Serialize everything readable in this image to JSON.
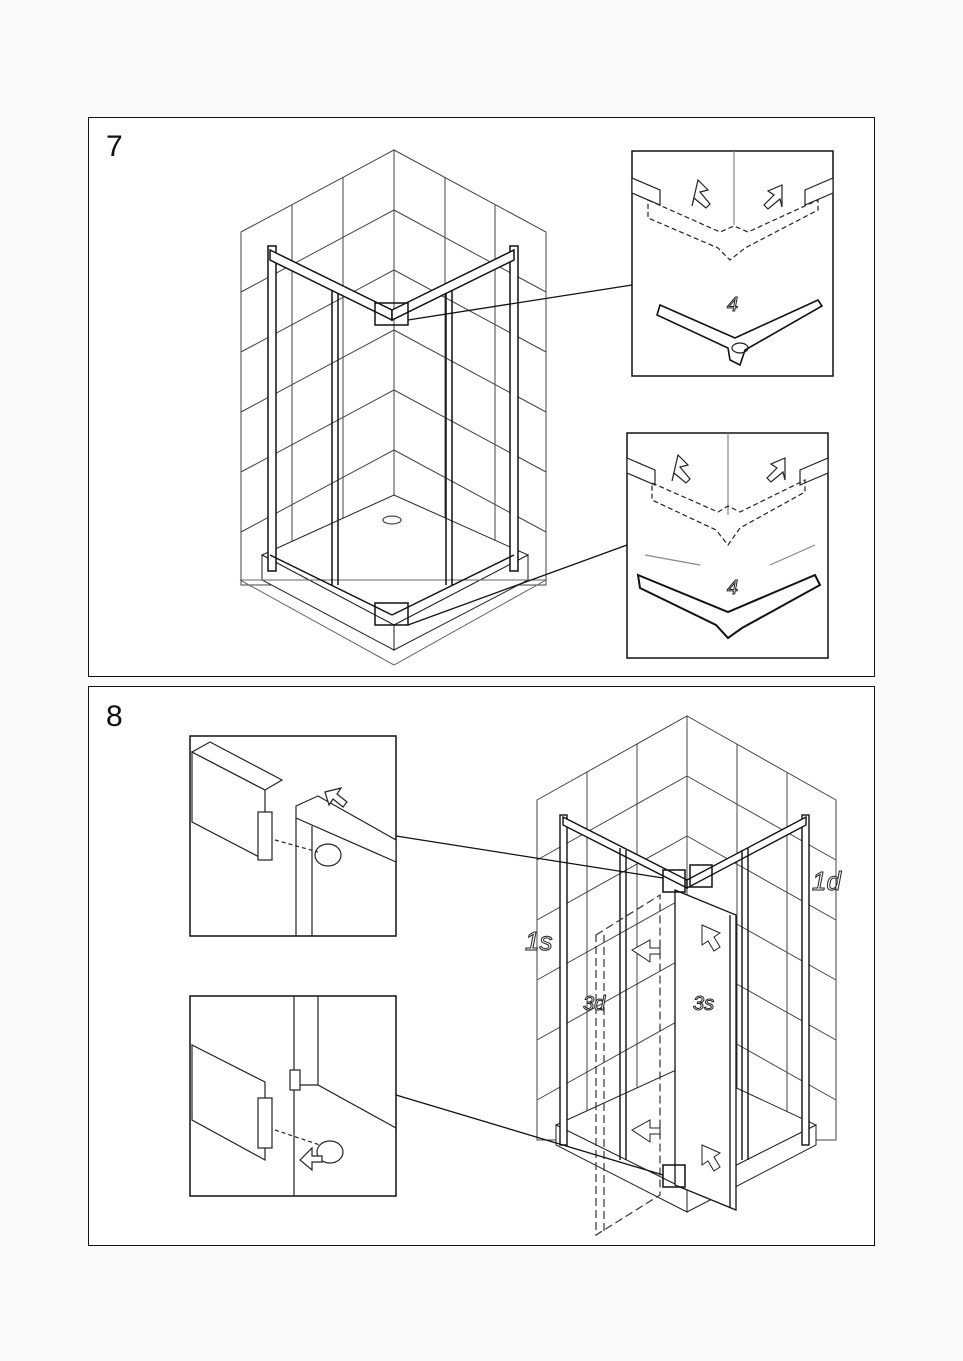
{
  "step7": {
    "number": "7",
    "upper_detail_label": "4",
    "lower_detail_label": "4"
  },
  "step8": {
    "number": "8",
    "labels": {
      "left_fixed": "1s",
      "right_fixed": "1d",
      "left_door": "3d",
      "right_door": "3s"
    }
  },
  "icons": [
    "arrow-icon",
    "screw-icon",
    "roller-icon"
  ]
}
